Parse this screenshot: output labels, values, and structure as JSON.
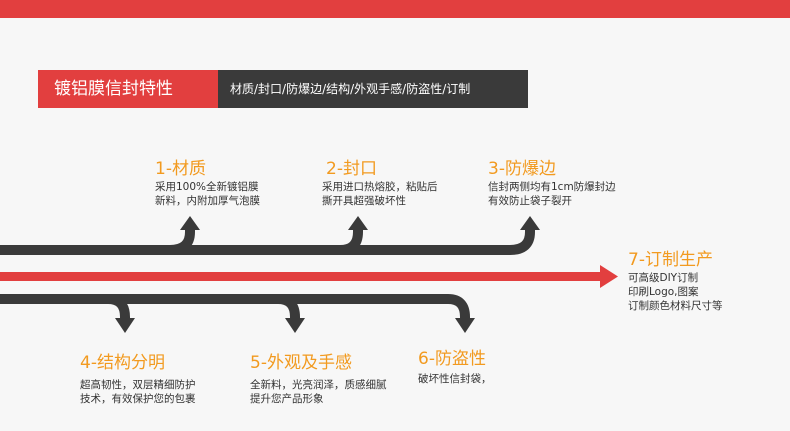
{
  "header": {
    "title": "镀铝膜信封特性",
    "subtitle": "材质/封口/防爆边/结构/外观手感/防盗性/订制"
  },
  "steps_top": [
    {
      "title": "1-材质",
      "desc": [
        "采用100%全新镀铝膜",
        "新料，内附加厚气泡膜"
      ]
    },
    {
      "title": "2-封口",
      "desc": [
        "采用进口热熔胶，粘贴后",
        "撕开具超强破坏性"
      ]
    },
    {
      "title": "3-防爆边",
      "desc": [
        "信封两侧均有1cm防爆封边",
        "有效防止袋子裂开"
      ]
    }
  ],
  "steps_bottom": [
    {
      "title": "4-结构分明",
      "desc": [
        "超高韧性，双层精细防护",
        "技术，有效保护您的包裹"
      ]
    },
    {
      "title": "5-外观及手感",
      "desc": [
        "全新料，光亮润泽，质感细腻",
        "提升您产品形象"
      ]
    },
    {
      "title": "6-防盗性",
      "desc": [
        "破坏性信封袋，"
      ]
    }
  ],
  "final_step": {
    "title": "7-订制生产",
    "desc": [
      "可高级DIY订制",
      "印刷Logo,图案",
      "订制颜色材料尺寸等"
    ]
  },
  "colors": {
    "red": "#e23f3f",
    "dark": "#3a3a3a",
    "orange": "#f29a1f"
  }
}
